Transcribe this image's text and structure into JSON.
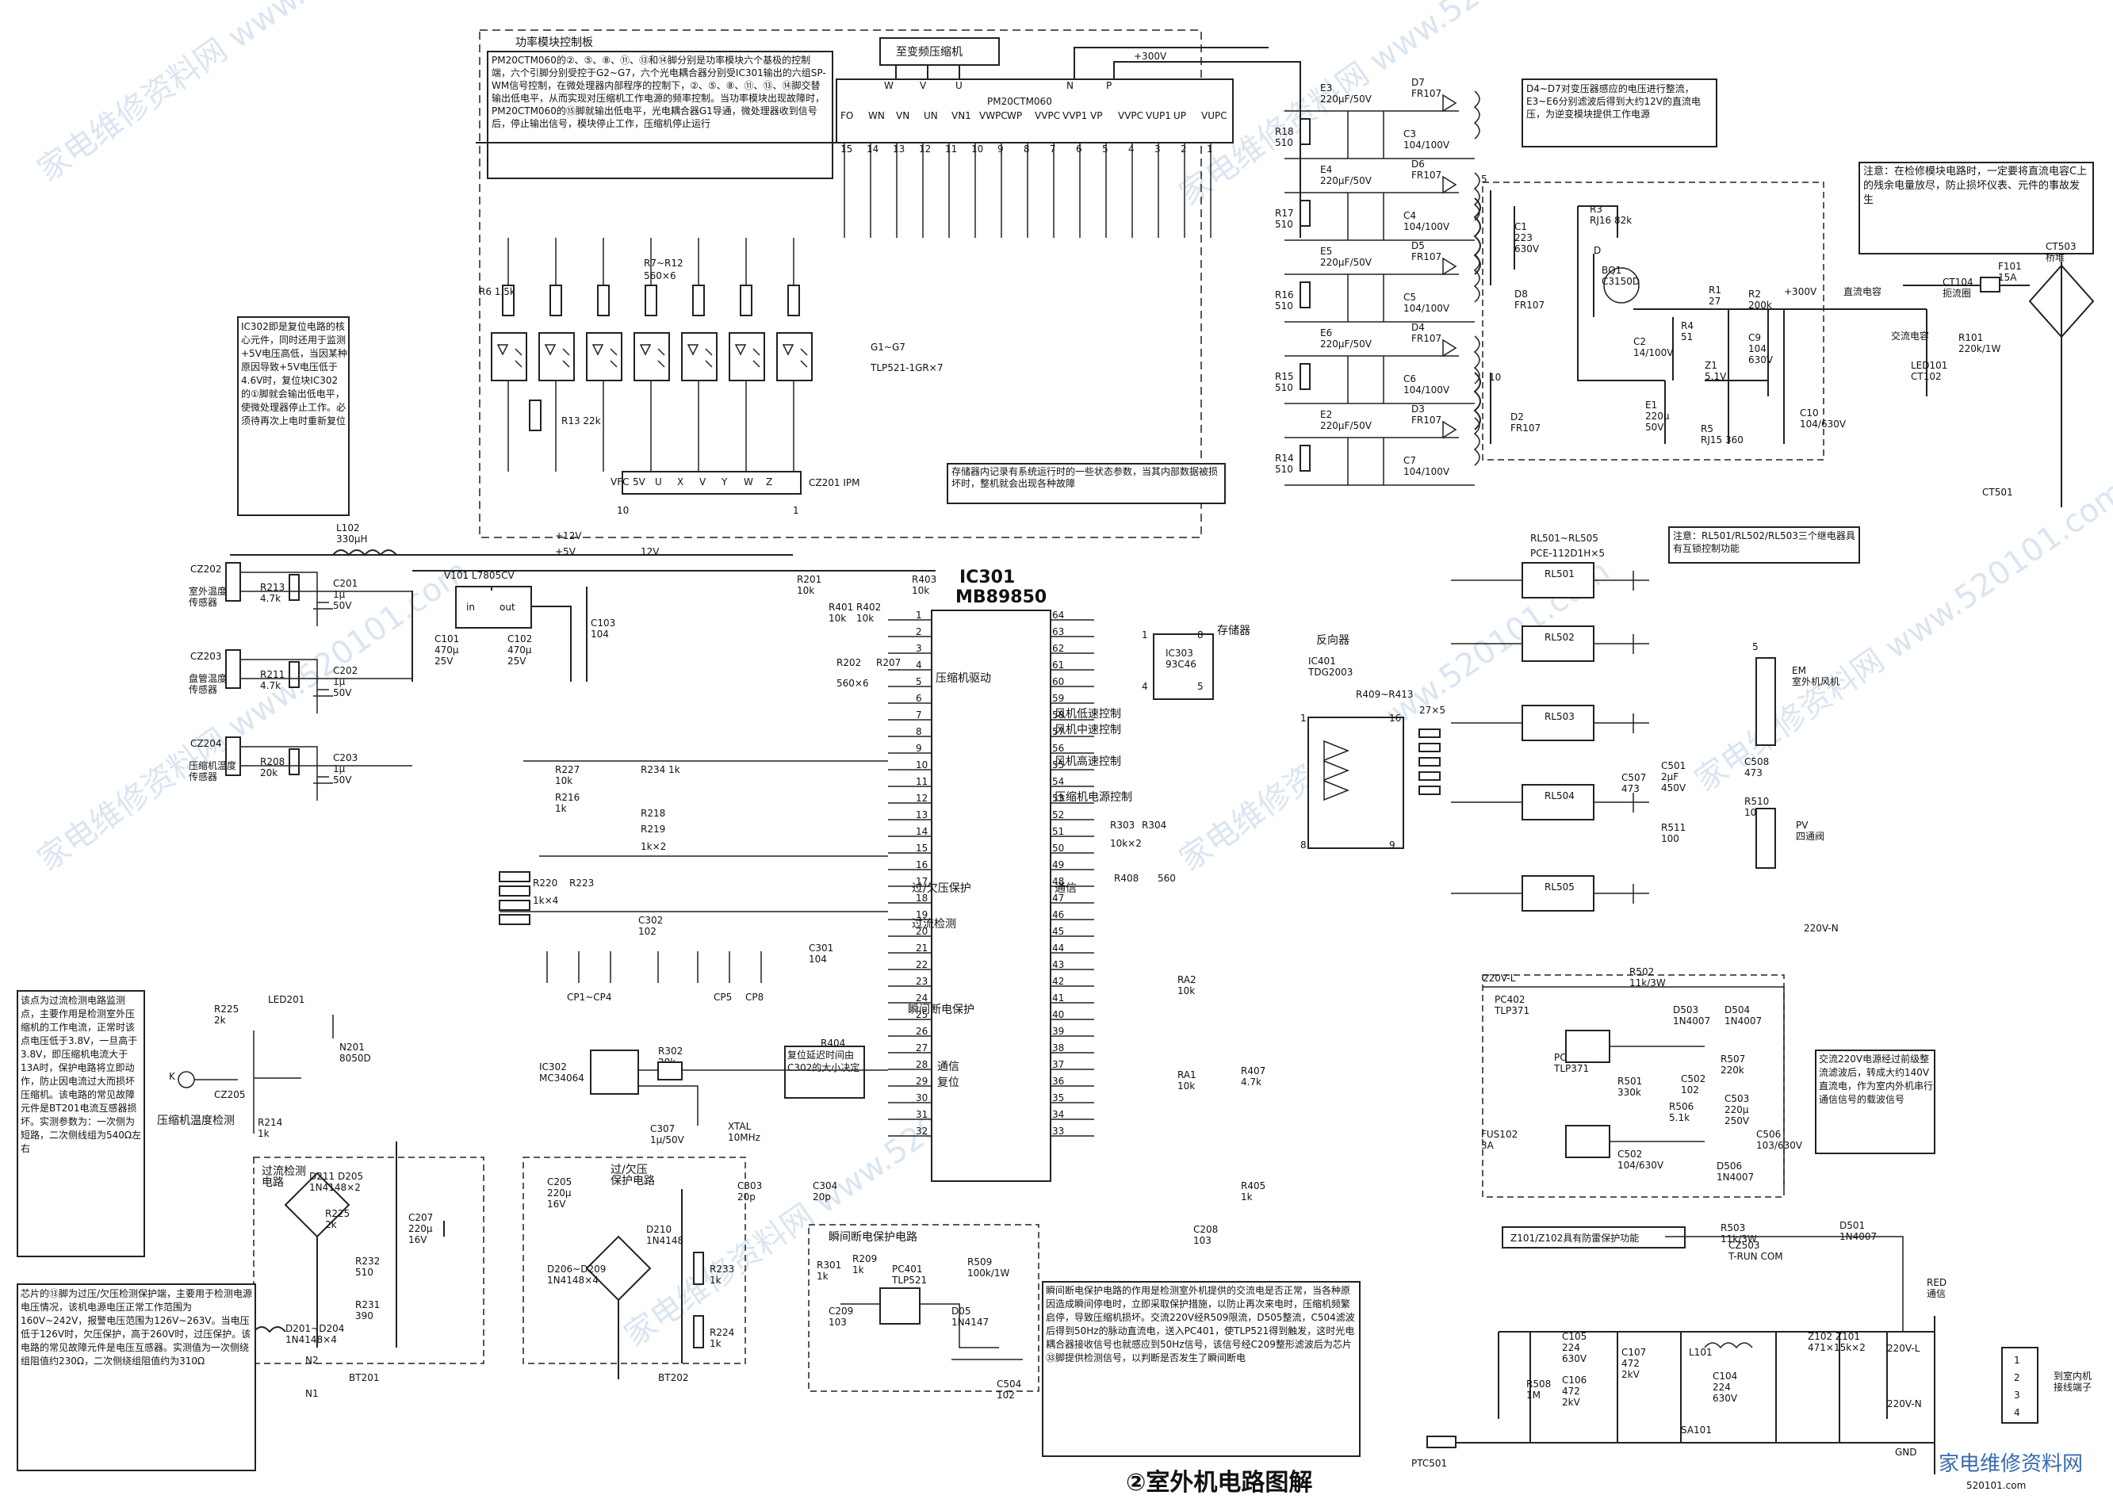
{
  "title": "②室外机电路图解",
  "logo": {
    "text": "家电维修资料网",
    "url": "520101.com"
  },
  "watermark": "家电维修资料网  www.520101.com",
  "ipm": {
    "box_title": "功率模块控制板",
    "compressor": "至变频压缩机",
    "uvw": [
      "W",
      "V",
      "U"
    ],
    "np": [
      "N",
      "P"
    ],
    "chip": "PM20CTM060",
    "pins_top": [
      "FO",
      "WN",
      "VN",
      "UN",
      "VN1",
      "VWPC",
      "WP",
      "VVPC",
      "VVP1",
      "VP",
      "VVPC",
      "VUP1",
      "UP",
      "VUPC"
    ],
    "pin_numbers": [
      "15",
      "14",
      "13",
      "12",
      "11",
      "10",
      "9",
      "8",
      "7",
      "6",
      "5",
      "4",
      "3",
      "2",
      "1"
    ],
    "hv": "+300V",
    "note": "PM20CTM060的②、⑤、⑧、⑪、⑬和⑭脚分别是功率模块六个基极的控制端，六个引脚分别受控于G2~G7，六个光电耦合器分别受IC301输出的六组SP-WM信号控制，在微处理器内部程序的控制下，②、⑤、⑧、⑪、⑬、⑭脚交替输出低电平，从而实现对压缩机工作电源的频率控制。当功率模块出现故障时，PM20CTM060的⑮脚就输出低电平，光电耦合器G1导通，微处理器收到信号后，停止输出信号，模块停止工作，压缩机停止运行",
    "r6": "R6\n1.5k",
    "r7": "R7~R12",
    "r7v": "560×6",
    "r13": "R13\n22k",
    "opto": "G1~G7",
    "opto_model": "TLP521-1GR×7",
    "connector": "CZ201  IPM",
    "connector_pins": [
      "VFC",
      "5V",
      "U",
      "X",
      "V",
      "Y",
      "W",
      "Z"
    ],
    "connector_numbers": [
      "10",
      "1"
    ],
    "memory_note": "存储器内记录有系统运行时的一些状态参数，当其内部数据被损坏时，整机就会出现各种故障"
  },
  "drivers": {
    "note": "D4~D7对变压器感应的电压进行整流，E3~E6分别滤波后得到大约12V的直流电压，为逆变模块提供工作电源",
    "stages": [
      {
        "e": "E3",
        "ev": "220μF/50V",
        "r": "R18",
        "rv": "510",
        "c": "C3",
        "cv": "104/100V",
        "d": "D7",
        "dv": "FR107"
      },
      {
        "e": "E4",
        "ev": "220μF/50V",
        "r": "R17",
        "rv": "510",
        "c": "C4",
        "cv": "104/100V",
        "d": "D6",
        "dv": "FR107"
      },
      {
        "e": "E5",
        "ev": "220μF/50V",
        "r": "R16",
        "rv": "510",
        "c": "C5",
        "cv": "104/100V",
        "d": "D5",
        "dv": "FR107"
      },
      {
        "e": "E6",
        "ev": "220μF/50V",
        "r": "R15",
        "rv": "510",
        "c": "C6",
        "cv": "104/100V",
        "d": "D4",
        "dv": "FR107"
      },
      {
        "e": "E2",
        "ev": "220μF/50V",
        "r": "R14",
        "rv": "510",
        "c": "C7",
        "cv": "104/100V",
        "d": "D3",
        "dv": "FR107"
      }
    ]
  },
  "switching": {
    "c1": "C1\n223\n630V",
    "d8": "D8\nFR107",
    "r3": "R3\nRJ16  82k",
    "d": "D",
    "bq1": "BQ1\nC3150D",
    "c2": "C2\n14/100V",
    "r4": "R4\n51",
    "r1": "R1\n27",
    "r2": "R2\n200k",
    "c9": "C9\n104\n630V",
    "d2": "D2\nFR107",
    "e1": "E1\n220μ\n50V",
    "r5": "R5\nRJ15  360",
    "z1": "Z1\n5.1V",
    "c10": "C10\n104/630V",
    "n5": "5",
    "n10": "10",
    "hv": "+300V"
  },
  "mains": {
    "warning": "注意：在检修模块电路时，一定要将直流电容C上的残余电量放尽，防止损坏仪表、元件的事故发生",
    "dc_cap": "直流电容",
    "ac_cap": "交流电容",
    "ct104": "CT104\n扼流圈",
    "f101": "F101\n15A",
    "ct503": "CT503\n桥堆",
    "r101": "R101\n220k/1W",
    "led101": "LED101\nCT102",
    "ct501": "CT501"
  },
  "mcu": {
    "chip": "IC301",
    "model": "MB89850",
    "pin_right": [
      "64",
      "63",
      "62",
      "61",
      "60",
      "59",
      "58",
      "57",
      "56",
      "55",
      "54",
      "53",
      "52",
      "51",
      "50",
      "49",
      "48",
      "47",
      "46",
      "45",
      "44",
      "43",
      "42",
      "41",
      "40",
      "39",
      "38",
      "37",
      "36",
      "35",
      "34",
      "33"
    ],
    "pin_left": [
      "1",
      "2",
      "3",
      "4",
      "5",
      "6",
      "7",
      "8",
      "9",
      "10",
      "11",
      "12",
      "13",
      "14",
      "15",
      "16",
      "17",
      "18",
      "19",
      "20",
      "21",
      "22",
      "23",
      "24",
      "25",
      "26",
      "27",
      "28",
      "29",
      "30",
      "31",
      "32"
    ],
    "labels": [
      "压缩机驱动",
      "风机低速控制",
      "风机中速控制",
      "风机高速控制",
      "压缩机电源控制",
      "通信",
      "过/欠压保护",
      "过流检测",
      "瞬间断电保护",
      "通信",
      "复位"
    ],
    "r201": "R201\n10k",
    "r401": "R401\n10k",
    "r402": "R402\n10k",
    "r403": "R403\n10k",
    "r202": "R202",
    "r207": "R207",
    "r202v": "560×6",
    "r303": "R303",
    "r304": "R304",
    "r303v": "10k×2",
    "r408": "R408",
    "r560": "560",
    "ra2": "RA2\n10k",
    "ra1": "RA1\n10k",
    "r407": "R407\n4.7k",
    "r405": "R405\n1k",
    "c208": "C208\n103",
    "r404": "R404\n10k",
    "c301": "C301\n104",
    "xtal": "XTAL\n10MHz",
    "c303": "C303\n20p",
    "c304": "C304\n20p"
  },
  "power5v": {
    "v101": "V101  L7805CV",
    "in": "in",
    "out": "out",
    "c101": "C101\n470μ\n25V",
    "c102": "C102\n470μ\n25V",
    "c103": "C103\n104",
    "p12": "+12V",
    "p5": "+5V",
    "l102": "L102\n330μH",
    "v12": "12V"
  },
  "sensors": [
    {
      "conn": "CZ202",
      "name": "室外温度\n传感器",
      "r": "R213\n4.7k",
      "c": "C201\n1μ\n50V"
    },
    {
      "conn": "CZ203",
      "name": "盘管温度\n传感器",
      "r": "R211\n4.7k",
      "c": "C202\n1μ\n50V"
    },
    {
      "conn": "CZ204",
      "name": "压缩机温度\n传感器",
      "r": "R208\n20k",
      "c": "C203\n1μ\n50V"
    }
  ],
  "inputs": {
    "r227": "R227\n10k",
    "r216": "R216\n1k",
    "r234": "R234  1k",
    "r218": "R218",
    "r219": "R219",
    "rk2": "1k×2",
    "r220": "R220",
    "r223": "R223",
    "rk4": "1k×4",
    "c302": "C302\n102",
    "cp": [
      "CP1~CP4",
      "CP5",
      "CP8"
    ]
  },
  "eeprom": {
    "label": "存储器",
    "chip": "IC303\n93C46",
    "pins": [
      "1",
      "8",
      "4",
      "5"
    ]
  },
  "relay_driver": {
    "label": "反向器",
    "chip": "IC401\nTDG2003",
    "r": "R409~R413",
    "rv": "27×5",
    "pins": [
      "1",
      "16",
      "8",
      "9"
    ]
  },
  "relays": {
    "note": "注意：RL501/RL502/RL503三个继电器具有互锁控制功能",
    "model": "RL501~RL505",
    "part": "PCE-112D1H×5",
    "items": [
      "RL501",
      "RL502",
      "RL503",
      "RL504",
      "RL505"
    ],
    "fan": "EM\n室外机风机",
    "valve": "PV\n四通阀",
    "c507": "C507\n473",
    "c501": "C501\n2μF\n450V",
    "c508": "C508\n473",
    "r511": "R511\n100",
    "r510": "R510\n100",
    "n5": "5",
    "n220": "220V-N"
  },
  "reset": {
    "note": "IC302即是复位电路的核心元件，同时还用于监测+5V电压高低，当因某种原因导致+5V电压低于4.6V时，复位块IC302的①脚就会输出低电平，使微处理器停止工作。必须待再次上电时重新复位",
    "chip": "IC302\nMC34064",
    "r302": "R302\n20k",
    "c307": "C307\n1μ/50V",
    "tip": "复位延迟时间由C302的大小决定"
  },
  "overcurrent": {
    "note": "该点为过流检测电路监测点，主要作用是检测室外压缩机的工作电流，正常时该点电压低于3.8V，一旦高于3.8V，即压缩机电流大于13A时，保护电路将立即动作，防止因电流过大而损坏压缩机。该电路的常见故障元件是BT201电流互感器损坏。实测参数为：一次侧为短路，二次侧线组为540Ω左右",
    "r225a": "R225\n2k",
    "led": "LED201",
    "n201": "N201\n8050D",
    "cz205": "CZ205",
    "r214": "R214\n1k",
    "label": "压缩机温度检测",
    "k": "K",
    "block": "过流检测\n电路",
    "d211": "D211  D205\n1N4148×2",
    "c207": "C207\n220μ\n16V",
    "r225b": "R225\n2k",
    "r232": "R232\n510",
    "r231": "R231\n390",
    "bridge": "D201~D204\n1N4148×4",
    "bt201": "BT201",
    "n2": "N2",
    "n1": "N1"
  },
  "overvolt": {
    "note": "芯片的⑬脚为过压/欠压检测保护端，主要用于检测电源电压情况，该机电源电压正常工作范围为160V~242V，报警电压范围为126V~263V。当电压低于126V时，欠压保护，高于260V时，过压保护。该电路的常见故障元件是电压互感器。实测值为一次侧绕组阻值约230Ω，二次侧绕组阻值约为310Ω",
    "block": "过/欠压\n保护电路",
    "c205": "C205\n220μ\n16V",
    "d210": "D210\n1N4148",
    "bridge": "D206~D209\n1N4148×4",
    "r233": "R233\n1k",
    "r224": "R224\n1k",
    "bt202": "BT202"
  },
  "blackout": {
    "block": "瞬间断电保护电路",
    "r301": "R301\n1k",
    "r209": "R209\n1k",
    "pc401": "PC401\nTLP521",
    "c209": "C209\n103",
    "r509": "R509\n100k/1W",
    "d05": "D05\n1N4147",
    "c504": "C504\n102",
    "note": "瞬间断电保护电路的作用是检测室外机提供的交流电是否正常，当各种原因造成瞬间停电时，立即采取保护措施，以防止再次来电时，压缩机频繁启停，导致压缩机损坏。交流220V经R509限流，D505整流，C504滤波后得到50Hz的脉动直流电，送入PC401，使TLP521得到触发，这时光电耦合器接收信号也就感应到50Hz信号，该信号经C209整形滤波后为芯片㉝脚提供检测信号，以判断是否发生了瞬间断电"
  },
  "comm": {
    "n220l": "220V-L",
    "r502": "R502\n11k/3W",
    "pc402": "PC402\nTLP371",
    "pc403": "PC403\nTLP371",
    "d503": "D503\n1N4007",
    "d504": "D504\n1N4007",
    "r501": "R501\n330k",
    "c502a": "C502\n102",
    "r507": "R507\n220k",
    "r506": "R506\n5.1k",
    "c503": "C503\n220μ\n250V",
    "c506": "C506\n103/630V",
    "d506": "D506\n1N4007",
    "c502b": "C502\n104/630V",
    "fus102": "FUS102\n3A",
    "note": "交流220V电源经过前级整流滤波后，转成大约140V直流电，作为室内外机串行通信信号的载波信号",
    "z_note": "Z101/Z102具有防雷保护功能",
    "r503": "R503\n11k/3W",
    "d501": "D501\n1N4007",
    "cz503": "CZ503\nT-RUN COM",
    "red": "RED\n通信"
  },
  "filter": {
    "r508": "R508\n1M",
    "c105": "C105\n224\n630V",
    "c106": "C106\n472\n2kV",
    "c107": "C107\n472\n2kV",
    "l101": "L101",
    "c104": "C104\n224\n630V",
    "z": "Z102  Z101\n471×15k×2",
    "zl": "220V-L",
    "zn": "220V-N",
    "sa101": "SA101",
    "ptc": "PTC501",
    "gnd": "GND",
    "terminal": "到室内机\n接线端子",
    "pins": [
      "1",
      "2",
      "3",
      "4"
    ]
  }
}
